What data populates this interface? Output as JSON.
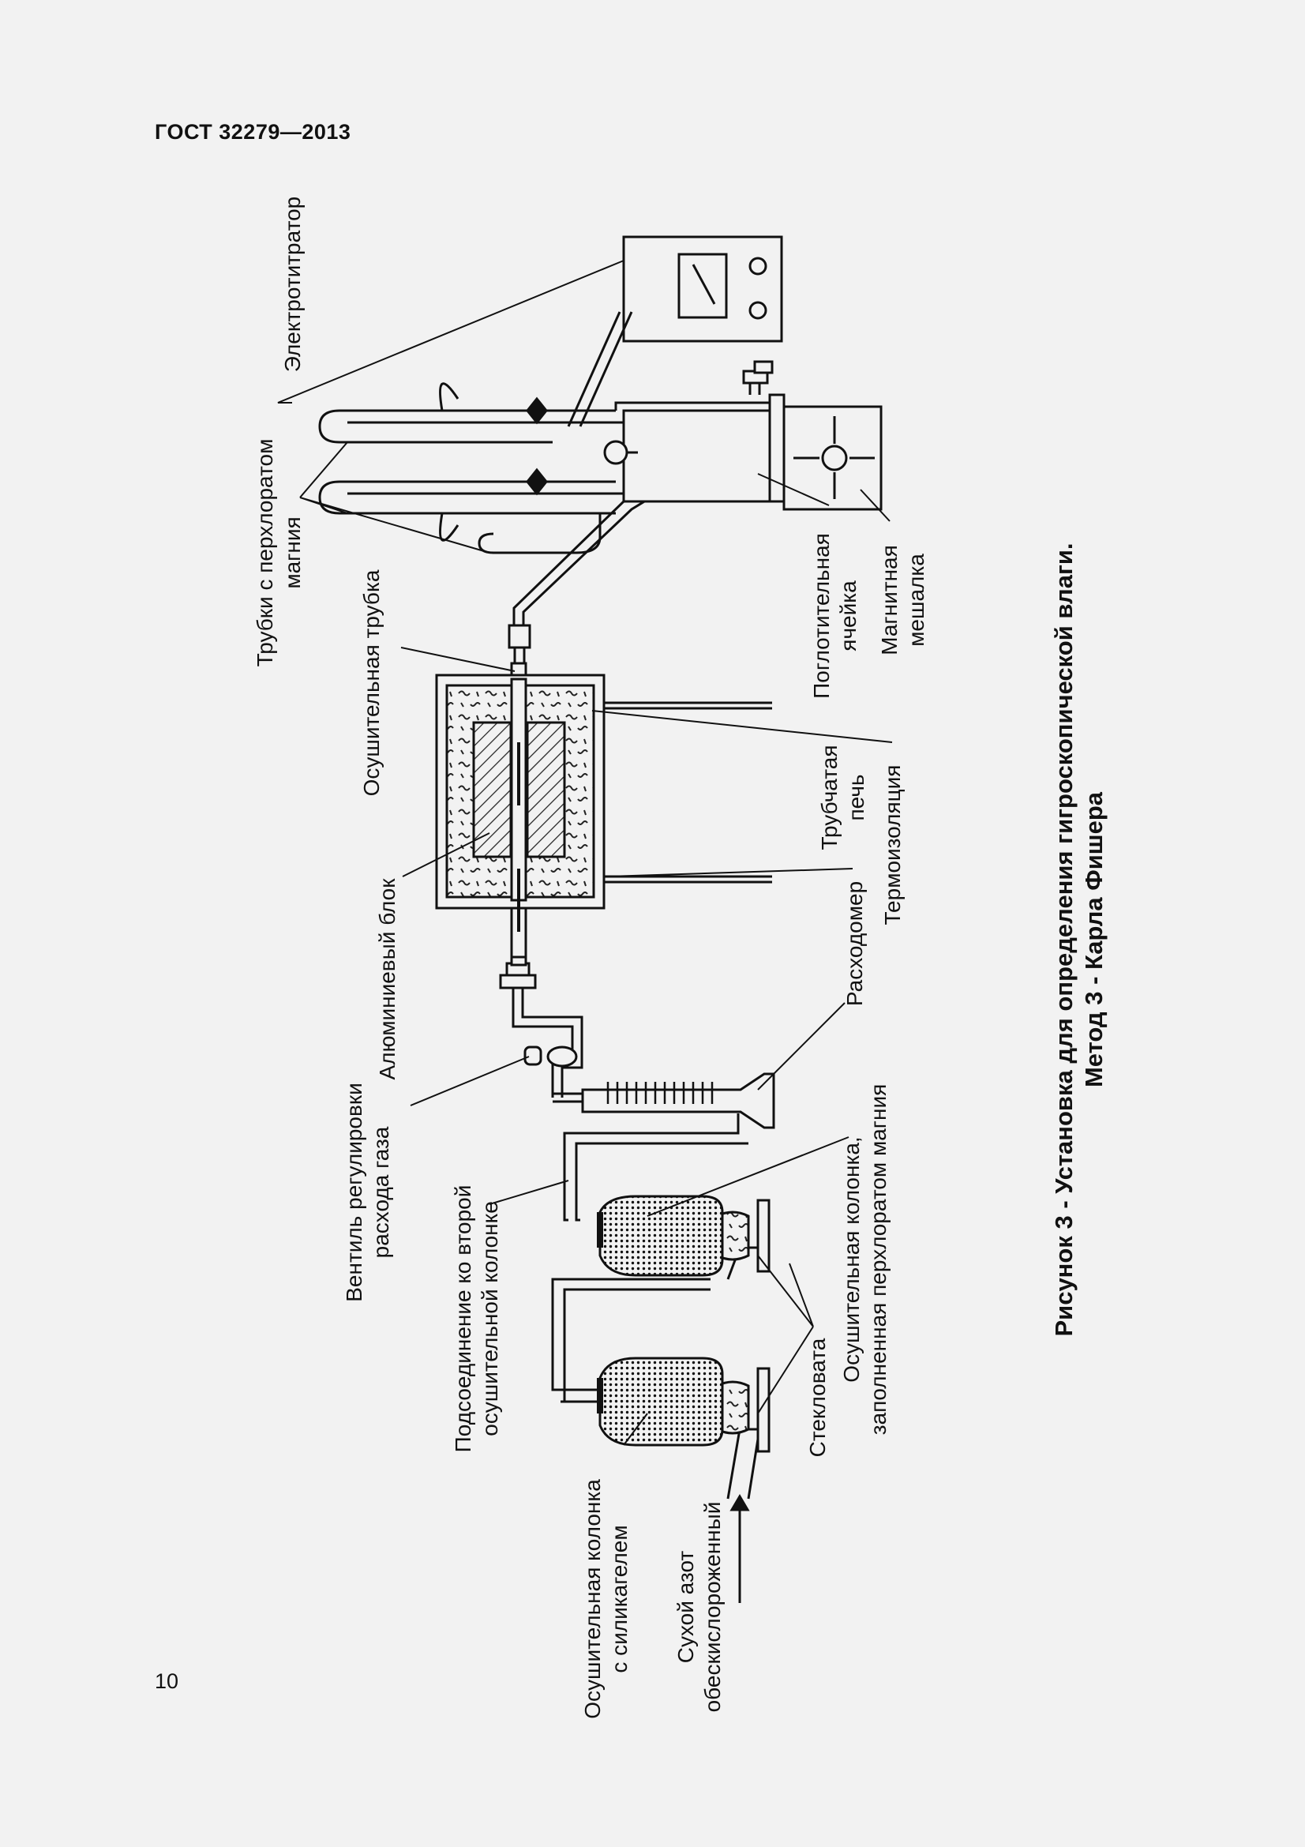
{
  "document": {
    "header": "ГОСТ 32279—2013",
    "page_number": "10"
  },
  "caption": {
    "line1": "Рисунок 3 - Установка для определения гигроскопической влаги.",
    "line2": "Метод 3 - Карла Фишера"
  },
  "labels": {
    "nitrogen_1": "Сухой азот",
    "nitrogen_2": "обескислороженный",
    "silica_column_1": "Осушительная колонка",
    "silica_column_2": "с силикагелем",
    "connection_1": "Подсоединение ко второй",
    "connection_2": "осушительной колонке",
    "valve_1": "Вентиль регулировки",
    "valve_2": "расхода газа",
    "aluminum_block": "Алюминиевый блок",
    "drying_tube": "Осушительная трубка",
    "perchlorate_tubes_1": "Трубки с перхлоратом",
    "perchlorate_tubes_2": "магния",
    "electrotitrator": "Электротитратор",
    "glass_wool": "Стекловата",
    "perchlorate_column_1": "Осушительная колонка,",
    "perchlorate_column_2": "заполненная перхлоратом магния",
    "flowmeter": "Расходомер",
    "insulation": "Термоизоляция",
    "tube_furnace_1": "Трубчатая",
    "tube_furnace_2": "печь",
    "absorption_cell_1": "Поглотительная",
    "absorption_cell_2": "ячейка",
    "magnetic_stirrer_1": "Магнитная",
    "magnetic_stirrer_2": "мешалка"
  }
}
